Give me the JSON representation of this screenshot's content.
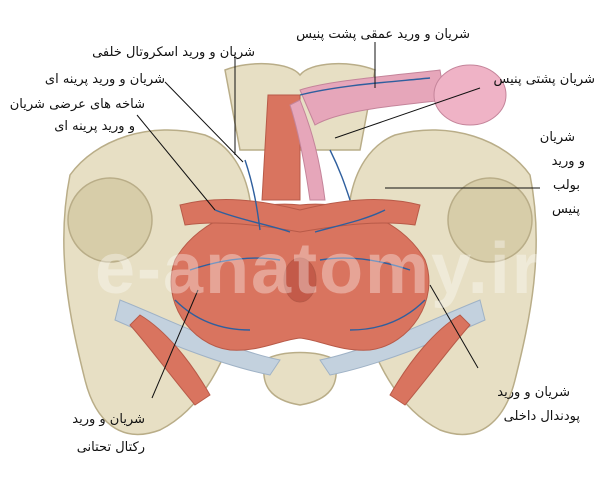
{
  "labels": {
    "deep_dorsal": "شریان و ورید عمقی پشت پنیس",
    "posterior_scrotal": "شریان و ورید اسکروتال خلفی",
    "perineal": "شریان و ورید پرینه ای",
    "transverse_line1": "شاخه های عرضی شریان",
    "transverse_line2": "و ورید پرینه ای",
    "dorsal_artery": "شریان پشتی پنیس",
    "bulb_line1": "شریان",
    "bulb_line2": "و ورید",
    "bulb_line3": "بولب",
    "bulb_line4": "پنیس",
    "rectal_line1": "شریان و ورید",
    "rectal_line2": "رکتال تحتانی",
    "pudendal_line1": "شریان و ورید",
    "pudendal_line2": "پودندال داخلی"
  },
  "watermark": "e-anatomy.ir",
  "colors": {
    "bone": "#e7dfc4",
    "muscle": "#d9745f",
    "ligament": "#c3d1de",
    "vessel": "#2f5f9e",
    "penis": "#e6a6ba",
    "leader": "#111111"
  }
}
